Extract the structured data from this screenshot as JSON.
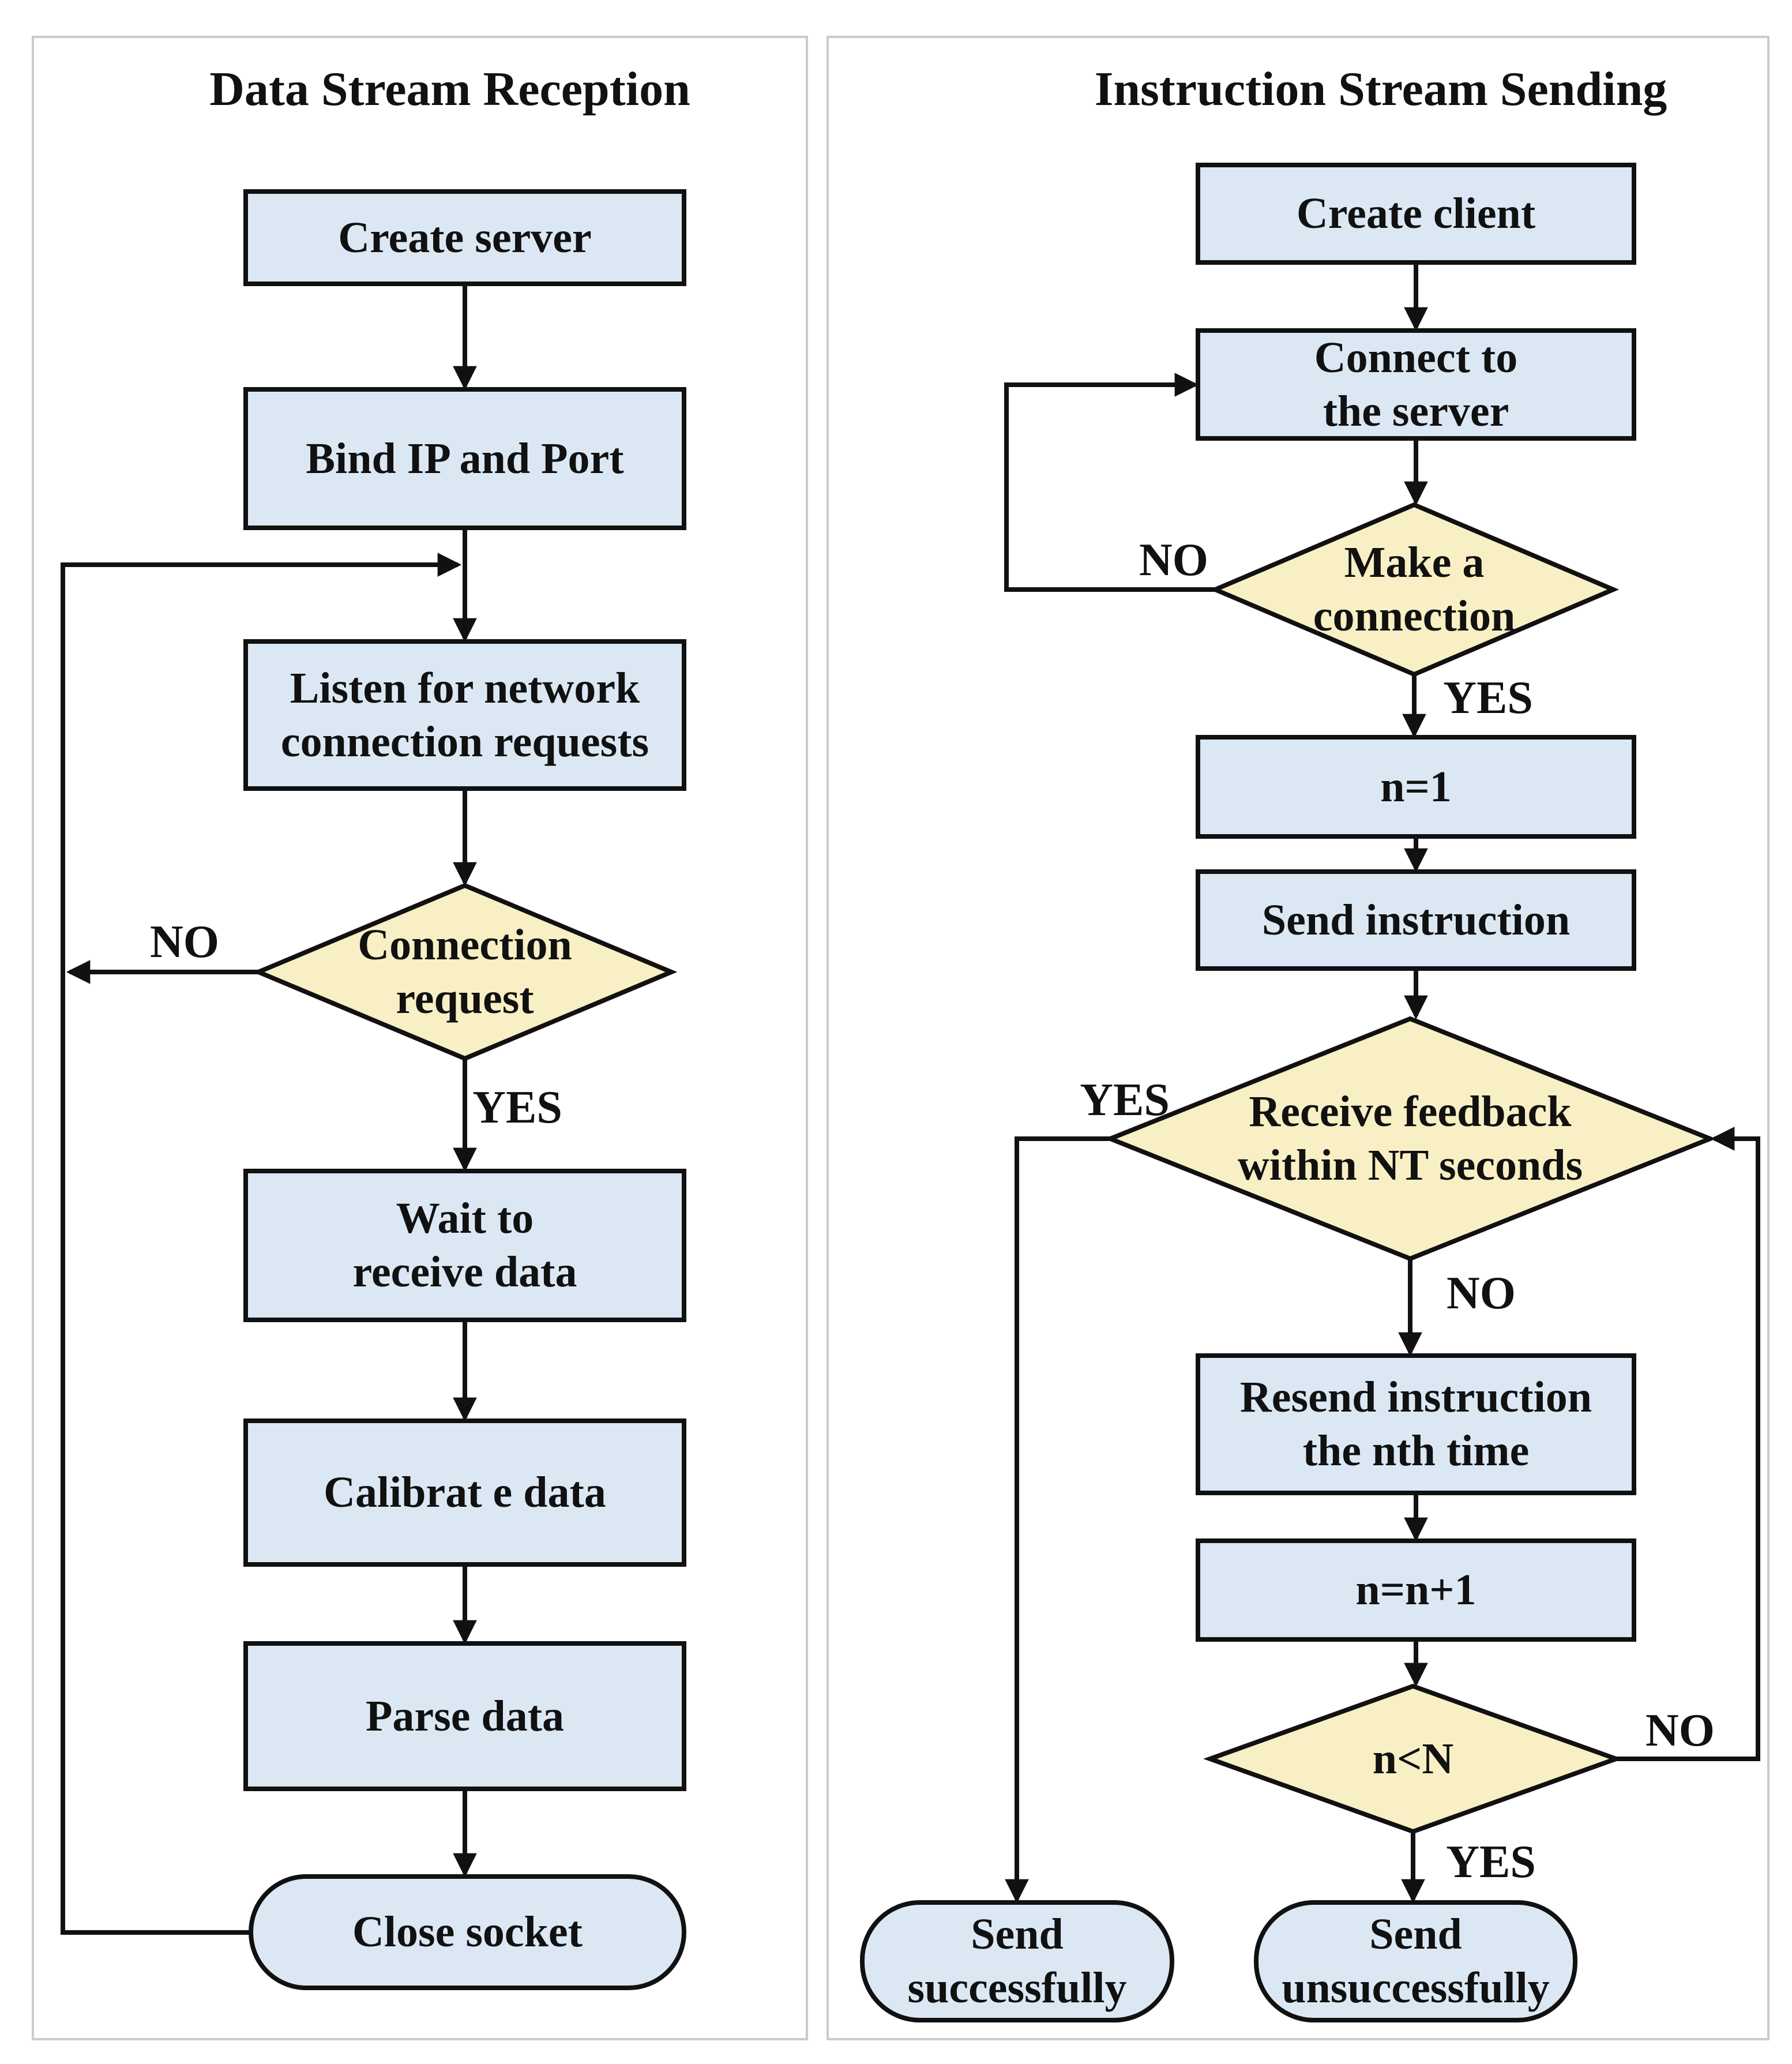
{
  "colors": {
    "process_fill": "#dbe8f4",
    "decision_fill": "#f8efc4",
    "terminal_fill": "#dbe8f4",
    "stroke": "#111111",
    "panel_border": "#c8cccf",
    "background": "#ffffff"
  },
  "left_panel": {
    "title": "Data Stream Reception",
    "nodes": {
      "create_server": "Create server",
      "bind_ip_port": "Bind IP and Port",
      "listen": "Listen for network\nconnection requests",
      "connection_request": "Connection\nrequest",
      "wait_receive": "Wait to\nreceive data",
      "calibrate": "Calibrat e data",
      "parse": "Parse data",
      "close_socket": "Close socket"
    },
    "branch_labels": {
      "connection_request_no": "NO",
      "connection_request_yes": "YES"
    }
  },
  "right_panel": {
    "title": "Instruction Stream Sending",
    "nodes": {
      "create_client": "Create client",
      "connect_server": "Connect to\nthe server",
      "make_connection": "Make a\nconnection",
      "n_equals_1": "n=1",
      "send_instruction": "Send instruction",
      "receive_feedback": "Receive feedback\nwithin NT seconds",
      "resend_instruction": "Resend instruction\nthe nth time",
      "n_increment": "n=n+1",
      "n_less_than_N": "n<N",
      "send_successfully": "Send\nsuccessfully",
      "send_unsuccessfully": "Send\nunsuccessfully"
    },
    "branch_labels": {
      "make_connection_no": "NO",
      "make_connection_yes": "YES",
      "receive_feedback_yes": "YES",
      "receive_feedback_no": "NO",
      "n_less_no": "NO",
      "n_less_yes": "YES"
    }
  }
}
